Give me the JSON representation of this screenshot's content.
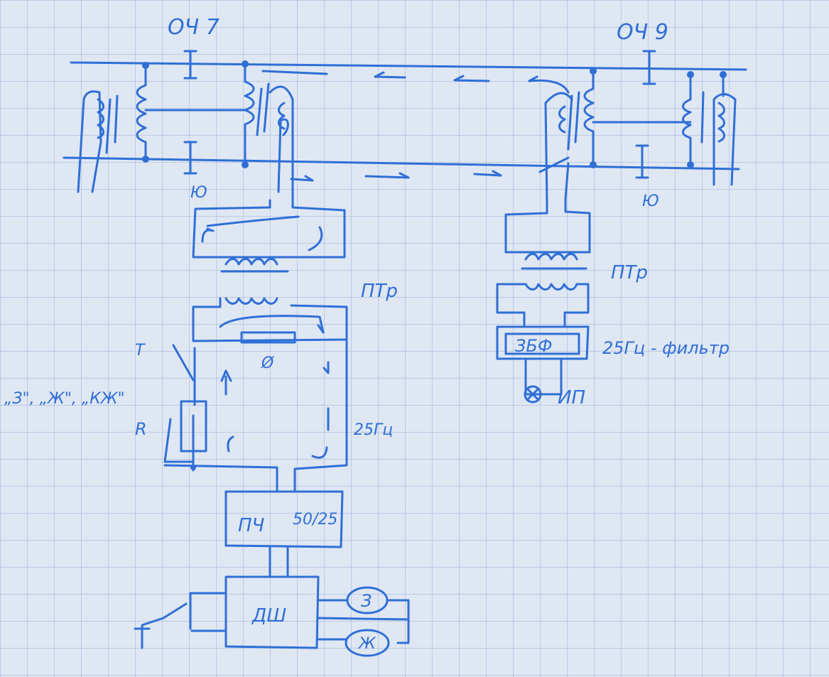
{
  "labels": {
    "signal_left": "ОЧ 7",
    "signal_right": "ОЧ 9",
    "joint_left": "Ю",
    "joint_right": "Ю",
    "track_transformer_left": "ПТр",
    "track_transformer_right": "ПТр",
    "filter_box": "ЗБФ",
    "filter_note": "25Гц - фильтр",
    "relay": "ИП",
    "codes": "„З\", „Ж\", „КЖ\"",
    "transmitter_contact": "Т",
    "resistor": "R",
    "limiter": "Ø",
    "frequency": "25Гц",
    "converter": "ПЧ",
    "converter_ratio": "50/25",
    "decoder": "ДШ",
    "light_green": "З",
    "light_yellow": "Ж"
  },
  "colors": {
    "ink": "#2f6fd6",
    "paper": "#dfe7f3"
  }
}
